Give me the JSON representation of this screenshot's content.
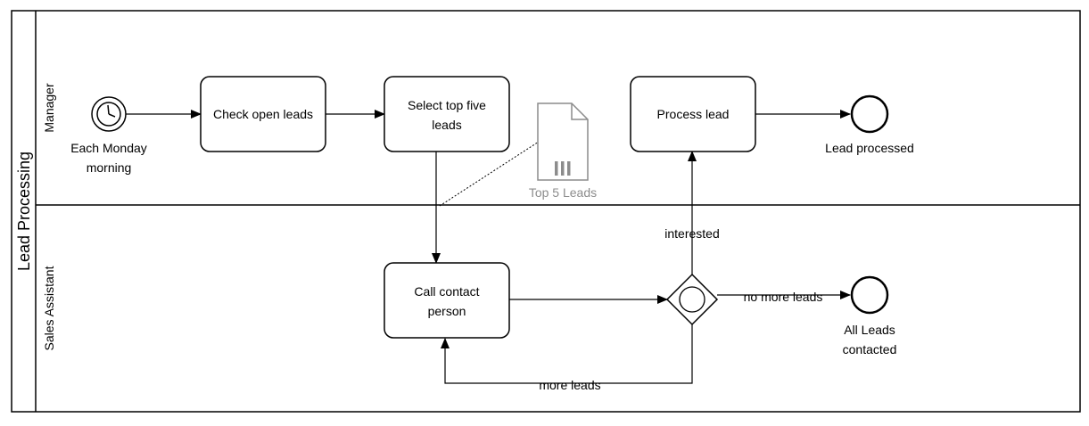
{
  "pool": {
    "name": "Lead Processing"
  },
  "lanes": [
    {
      "name": "Manager"
    },
    {
      "name": "Sales Assistant"
    }
  ],
  "events": {
    "timer_start": {
      "label_lines": [
        "Each Monday",
        "morning"
      ],
      "icon": "clock-icon"
    },
    "end_processed": {
      "label": "Lead processed"
    },
    "end_contacted": {
      "label_lines": [
        "All Leads",
        "contacted"
      ]
    }
  },
  "tasks": {
    "check_open_leads": {
      "label_lines": [
        "Check open leads"
      ]
    },
    "select_top_five": {
      "label_lines": [
        "Select top five",
        "leads"
      ]
    },
    "process_lead": {
      "label_lines": [
        "Process lead"
      ]
    },
    "call_contact": {
      "label_lines": [
        "Call contact",
        "person"
      ]
    }
  },
  "data_object": {
    "label": "Top 5 Leads",
    "icon": "collection-marker-icon",
    "color": "#8c8c8c"
  },
  "gateway": {
    "type": "event-based-gateway",
    "icon": "circle-icon"
  },
  "flows": {
    "interested": "interested",
    "no_more_leads": "no more leads",
    "more_leads": "more leads"
  }
}
